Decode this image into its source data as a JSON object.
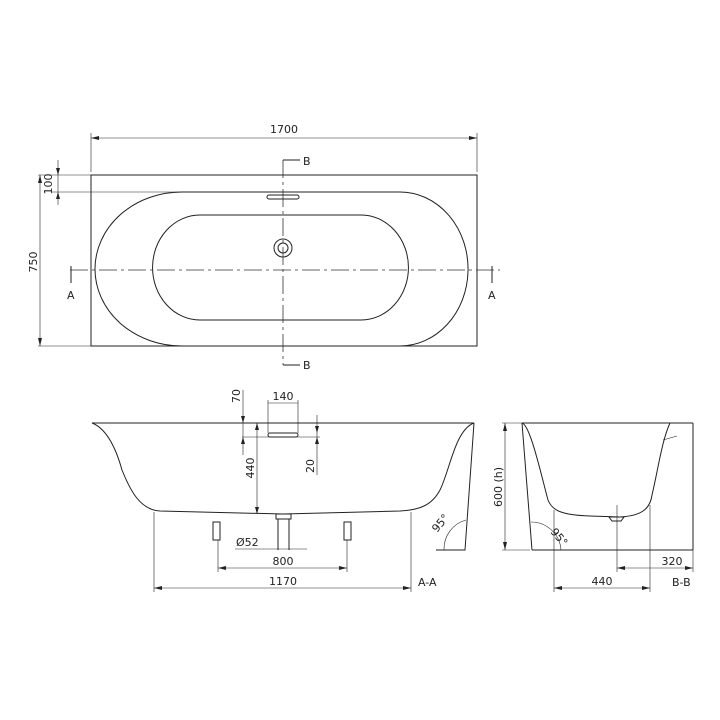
{
  "top_view": {
    "length": "1700",
    "rim_offset": "100",
    "width": "750",
    "section_a_left": "A",
    "section_a_right": "A",
    "section_b_top": "B",
    "section_b_bottom": "B"
  },
  "section_aa": {
    "overflow_depth": "70",
    "overflow_width": "140",
    "drain_depth": "440",
    "overflow_height": "20",
    "drain_diameter": "Ø52",
    "feet_spacing": "800",
    "base_length": "1170",
    "angle": "95°",
    "label": "A-A"
  },
  "section_bb": {
    "height": "600 (h)",
    "drain_offset": "320",
    "base_width": "440",
    "angle": "95°",
    "label": "B-B"
  }
}
